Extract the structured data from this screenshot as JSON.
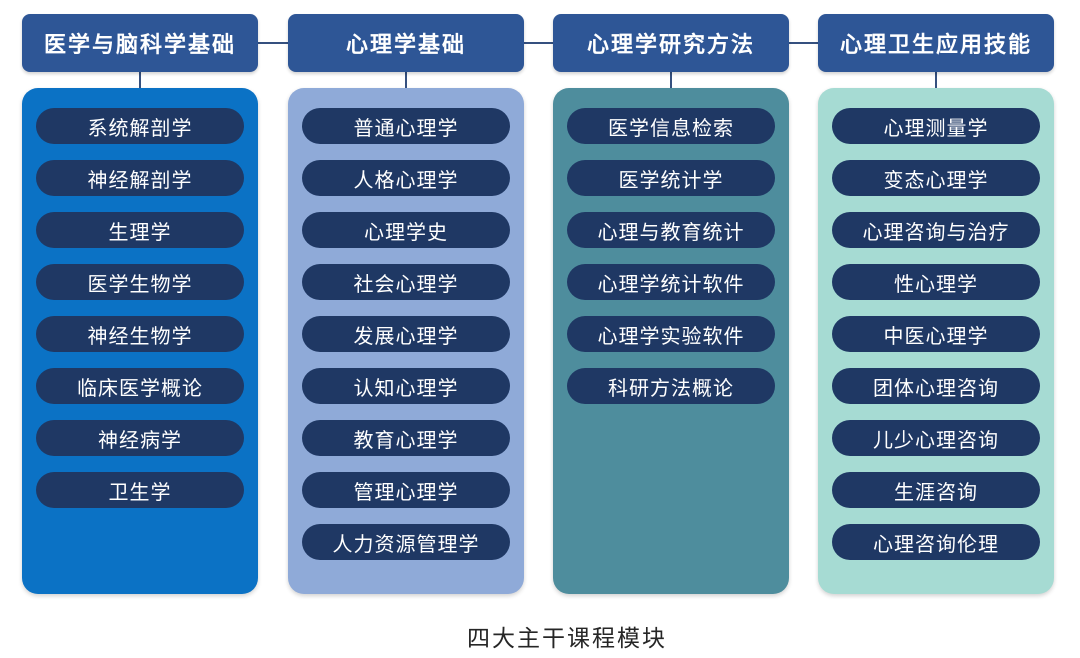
{
  "caption": "四大主干课程模块",
  "colors": {
    "background": "#FFFFFF",
    "header_bg": "#2E5696",
    "pill_bg": "#1F3864",
    "connector": "#35507F",
    "text_on_dark": "#FFFFFF",
    "caption_text": "#262626"
  },
  "modules": [
    {
      "title": "医学与脑科学基础",
      "column_color": "#0B72C5",
      "items": [
        "系统解剖学",
        "神经解剖学",
        "生理学",
        "医学生物学",
        "神经生物学",
        "临床医学概论",
        "神经病学",
        "卫生学"
      ]
    },
    {
      "title": "心理学基础",
      "column_color": "#8FAAD8",
      "items": [
        "普通心理学",
        "人格心理学",
        "心理学史",
        "社会心理学",
        "发展心理学",
        "认知心理学",
        "教育心理学",
        "管理心理学",
        "人力资源管理学"
      ]
    },
    {
      "title": "心理学研究方法",
      "column_color": "#4E8D9D",
      "items": [
        "医学信息检索",
        "医学统计学",
        "心理与教育统计",
        "心理学统计软件",
        "心理学实验软件",
        "科研方法概论"
      ]
    },
    {
      "title": "心理卫生应用技能",
      "column_color": "#A6DBD3",
      "items": [
        "心理测量学",
        "变态心理学",
        "心理咨询与治疗",
        "性心理学",
        "中医心理学",
        "团体心理咨询",
        "儿少心理咨询",
        "生涯咨询",
        "心理咨询伦理"
      ]
    }
  ]
}
